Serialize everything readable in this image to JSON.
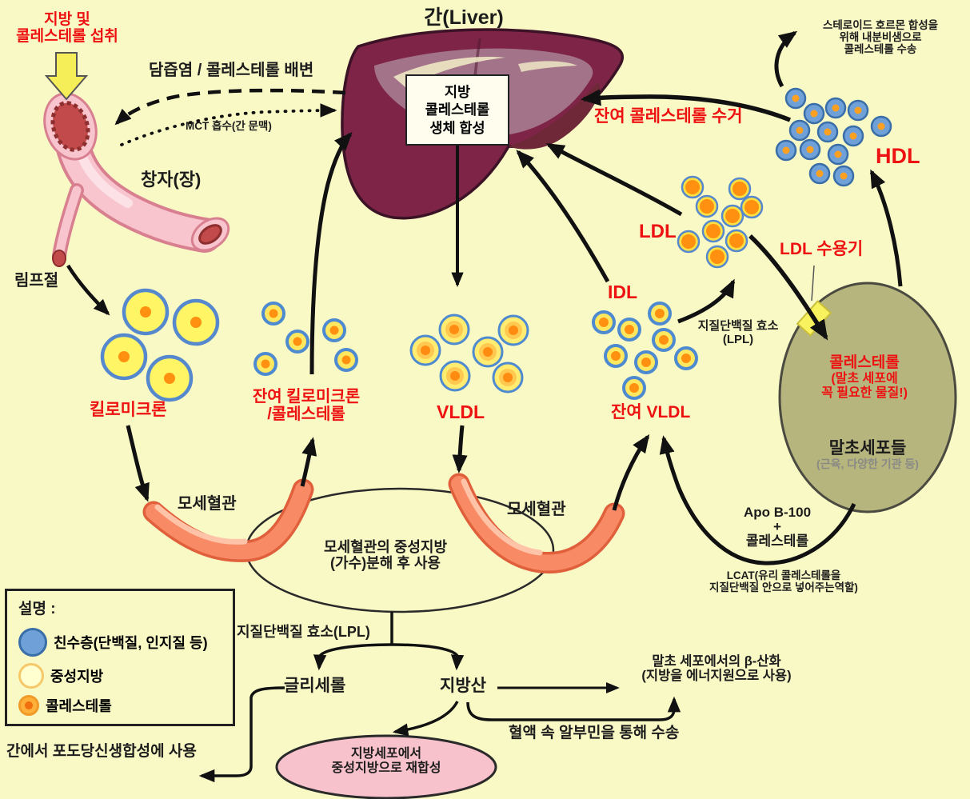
{
  "title": "지질(콜레스테롤) 대사 다이어그램",
  "colors": {
    "bg": "#F9F9C6",
    "red": "#EE1111",
    "ink": "#1C1C1C",
    "gray": "#8A8A86"
  },
  "labels": {
    "intake": "지방 및\n콜레스테롤 섭취",
    "bile": "담즙염 / 콜레스테롤 배변",
    "mct": "MCT 흡수(간 문맥)",
    "intestine": "창자(장)",
    "lymph": "림프절",
    "liver_title": "간(Liver)",
    "liver_box": "지방\n콜레스테롤\n생체 합성",
    "steroid": "스테로이드 호르몬 합성을\n위해 내분비샘으로\n콜레스테롤 수송",
    "hdl": "HDL",
    "remnant_collect": "잔여 콜레스테롤 수거",
    "ldl": "LDL",
    "ldl_receptor": "LDL 수용기",
    "idl": "IDL",
    "lpl_upper": "지질단백질 효소\n(LPL)",
    "chol_cell_title": "콜레스테롤",
    "chol_cell_sub": "(말초 세포에\n꼭 필요한 물질!)",
    "peripheral": "말초세포들",
    "peripheral_sub": "(근육, 다양한 기관 등)",
    "chylomicron": "킬로미크론",
    "remnant_chylo": "잔여 킬로미크론\n/콜레스테롤",
    "vldl": "VLDL",
    "remnant_vldl": "잔여 VLDL",
    "capillary_left": "모세혈관",
    "capillary_right": "모세혈관",
    "capillary_ellipse": "모세혈관의 중성지방\n(가수)분해 후 사용",
    "apo": "Apo B-100\n+\n콜레스테롤",
    "lcat": "LCAT(유리 콜레스테롤을\n지질단백질 안으로 넣어주는역할)",
    "lpl_bottom": "지질단백질 효소(LPL)",
    "glycerol": "글리세롤",
    "fatty_acid": "지방산",
    "beta_oxidation": "말초 세포에서의 β-산화\n(지방을 에너지원으로 사용)",
    "albumin": "혈액 속 알부민을 통해 수송",
    "adipocyte": "지방세포에서\n중성지방으로 재합성",
    "gluconeogenesis": "간에서 포도당신생합성에 사용"
  },
  "legend": {
    "title": "설명 :",
    "items": [
      {
        "swatch": "hydrophilic-layer",
        "label": "친수층(단백질, 인지질 등)"
      },
      {
        "swatch": "triglyceride",
        "label": "중성지방"
      },
      {
        "swatch": "cholesterol",
        "label": "콜레스테롤"
      }
    ]
  }
}
